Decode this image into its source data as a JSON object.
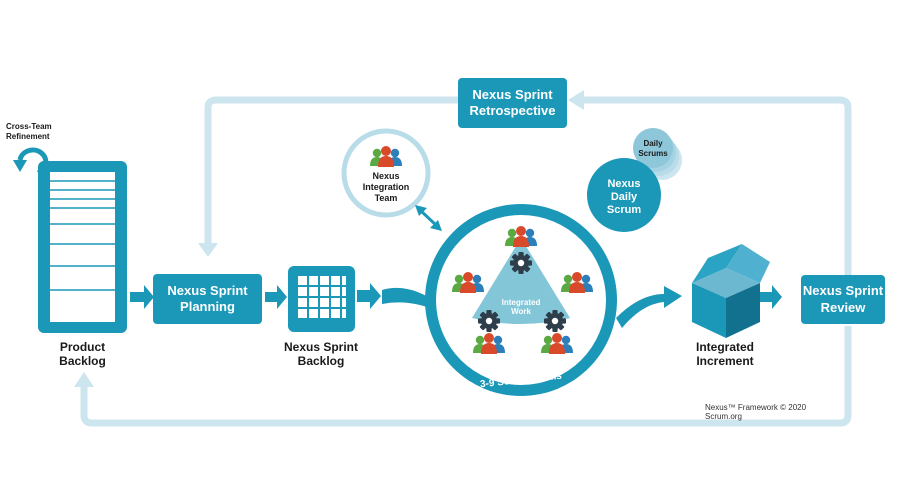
{
  "colors": {
    "teal": "#1b97b8",
    "teal_dark": "#12718e",
    "light_line": "#cce5ee",
    "light_circle": "#b9dce9",
    "person_red": "#d94a2b",
    "person_green": "#5aa943",
    "person_blue": "#2c7fb8",
    "gear": "#2e3e4a"
  },
  "labels": {
    "cross_team_refinement": "Cross-Team\nRefinement",
    "product_backlog": "Product\nBacklog",
    "nexus_sprint_planning": "Nexus Sprint\nPlanning",
    "nexus_sprint_backlog": "Nexus Sprint\nBacklog",
    "nexus_integration_team": "Nexus\nIntegration\nTeam",
    "integrated_work": "Integrated\nWork",
    "scrum_teams": "3-9 Scrum Teams",
    "daily_scrums": "Daily\nScrums",
    "nexus_daily_scrum": "Nexus\nDaily\nScrum",
    "integrated_increment": "Integrated\nIncrement",
    "nexus_sprint_review": "Nexus Sprint\nReview",
    "nexus_sprint_retrospective": "Nexus Sprint\nRetrospective",
    "copyright": "Nexus™ Framework © 2020 Scrum.org"
  },
  "icons": {
    "refinement": "circular-arrow-icon",
    "team": "people-group-icon",
    "gear": "gear-icon",
    "increment": "open-box-icon",
    "arrow": "right-arrow-icon"
  }
}
